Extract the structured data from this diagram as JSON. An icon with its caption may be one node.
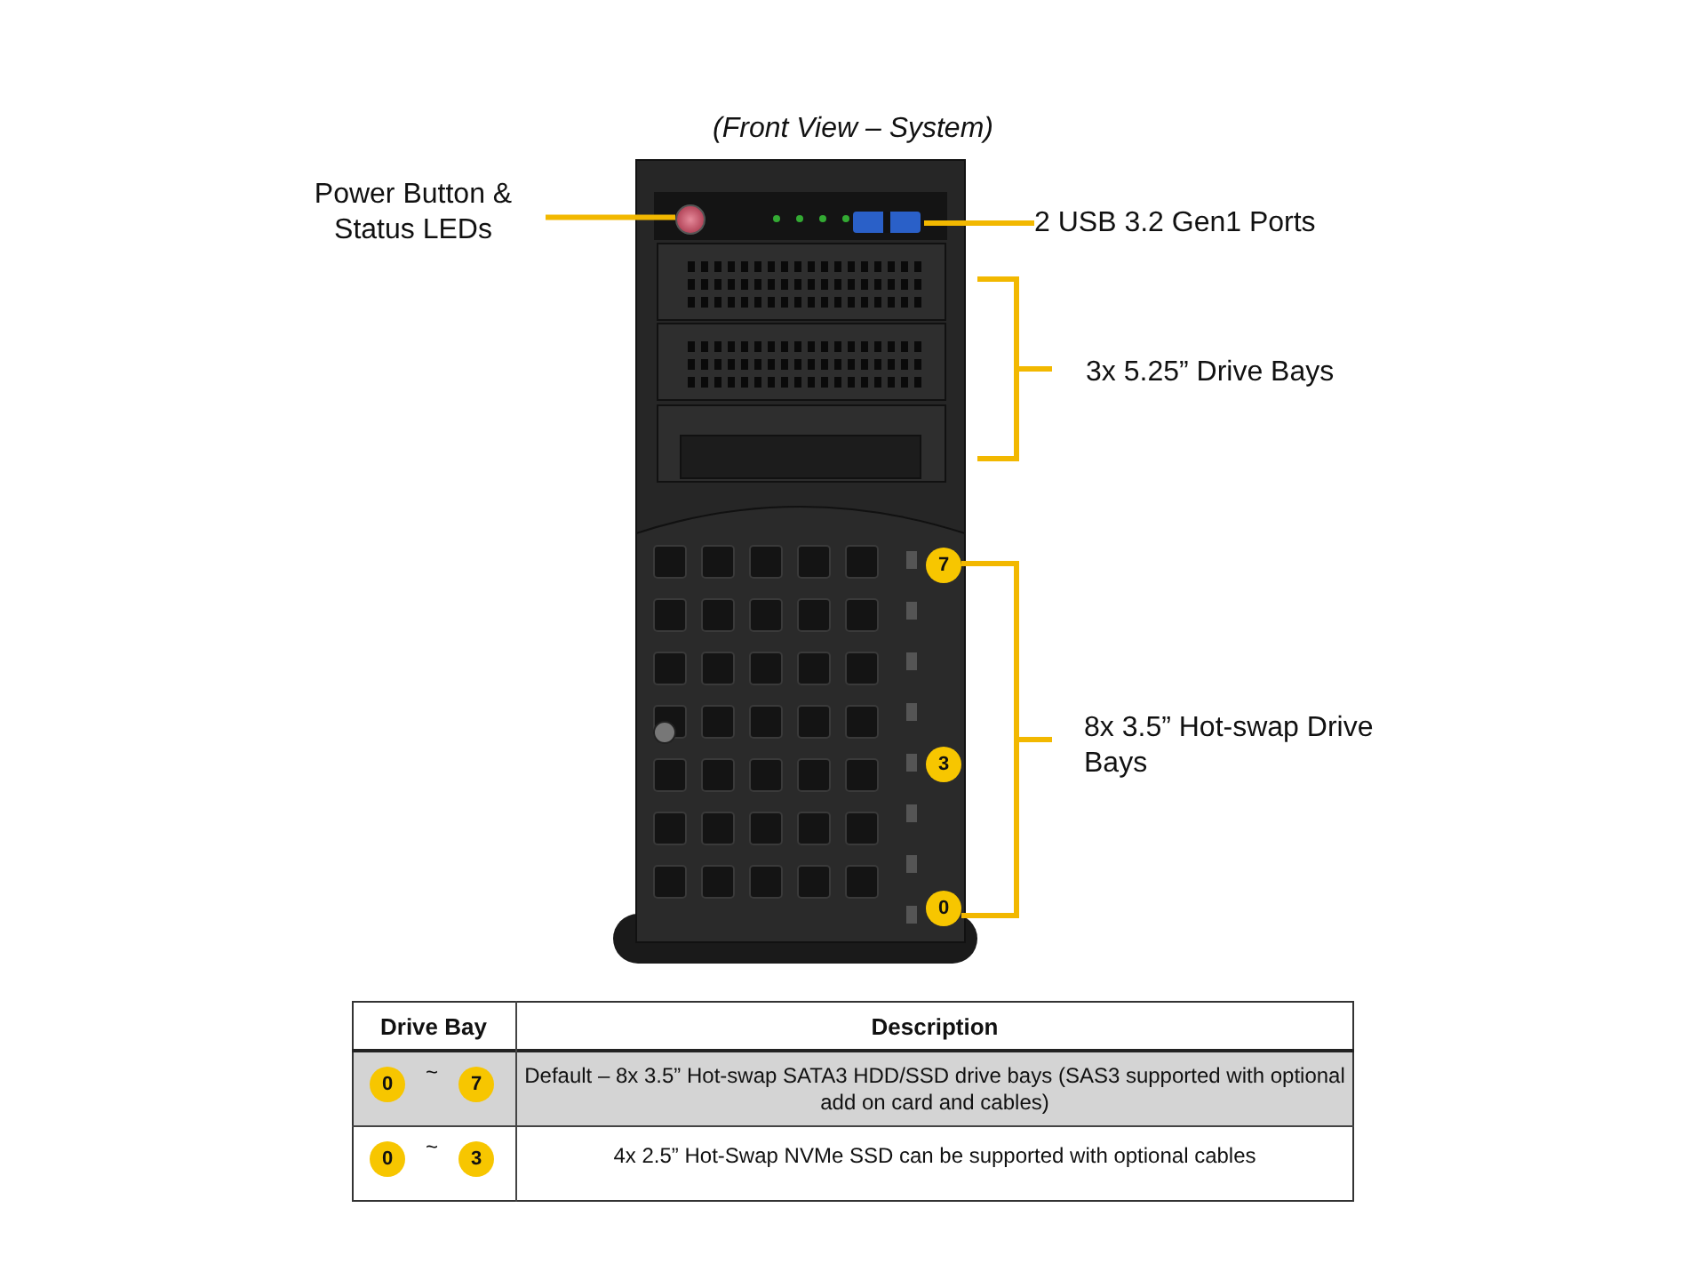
{
  "diagram": {
    "title": "(Front View – System)",
    "nodes": [
      {
        "text": [
          "Power Button & Status LEDs"
        ]
      },
      {
        "text": [],
        "shape": "circle"
      },
      {
        "text": [
          "2 USB 3.2 Gen1 Ports"
        ]
      },
      {
        "text": [],
        "shape": "box"
      },
      {
        "text": [
          "7"
        ]
      },
      {
        "text": [
          "3"
        ]
      },
      {
        "text": [
          "0"
        ]
      },
      {
        "text": [
          "0"
        ]
      },
      {
        "text": [
          "7"
        ]
      },
      {
        "text": [
          "0"
        ]
      },
      {
        "text": [
          "3"
        ]
      }
    ],
    "edges": [
      {
        "from": 0,
        "to": 1,
        "arrow": "none"
      },
      {
        "from": 3,
        "to": 2,
        "arrow": "none"
      }
    ],
    "labels": [
      "3x 5.25” Drive Bays",
      "8x 3.5” Hot-swap Drive Bays",
      "Drive Bay",
      "Description",
      "~",
      "Default – 8x 3.5” Hot-swap SATA3 HDD/SSD drive bays (SAS3 supported with optional add on card and cables)",
      "~",
      "4x 2.5” Hot-Swap NVMe SSD can be supported with optional cables"
    ]
  }
}
